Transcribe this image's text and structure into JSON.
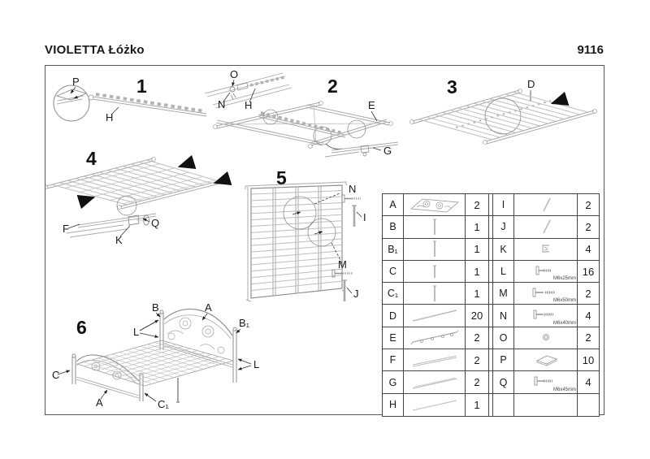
{
  "header": {
    "title": "VIOLETTA Łóżko",
    "code": "9116"
  },
  "colors": {
    "drawing": "#a9a9a9",
    "text": "#1a1a1a",
    "table_border": "#444444",
    "bold_arrow": "#111111"
  },
  "steps": {
    "s1": {
      "number": "1",
      "labels": {
        "p": "P",
        "h": "H"
      }
    },
    "s2": {
      "number": "2",
      "labels": {
        "o": "O",
        "n": "N",
        "h": "H",
        "e": "E",
        "g": "G"
      }
    },
    "s3": {
      "number": "3",
      "labels": {
        "d": "D"
      }
    },
    "s4": {
      "number": "4",
      "labels": {
        "f": "F",
        "k": "K",
        "q": "Q"
      }
    },
    "s5": {
      "number": "5",
      "labels": {
        "n": "N",
        "i": "I",
        "m": "M",
        "j": "J"
      }
    },
    "s6": {
      "number": "6",
      "labels": {
        "b": "B",
        "a1": "A",
        "b1": "B₁",
        "l1": "L",
        "l2": "L",
        "c": "C",
        "a2": "A",
        "c1": "C₁"
      }
    }
  },
  "parts_table": {
    "rows": [
      {
        "l_id": "A",
        "l_icon": "headboard-ornament",
        "l_qty": "2",
        "r_id": "I",
        "r_icon": "rod",
        "r_qty": "2",
        "r_size": ""
      },
      {
        "l_id": "B",
        "l_icon": "post",
        "l_qty": "1",
        "r_id": "J",
        "r_icon": "rod",
        "r_qty": "2",
        "r_size": ""
      },
      {
        "l_id": "B₁",
        "l_icon": "post",
        "l_qty": "1",
        "r_id": "K",
        "r_icon": "clip-bracket",
        "r_qty": "4",
        "r_size": ""
      },
      {
        "l_id": "C",
        "l_icon": "post",
        "l_qty": "1",
        "r_id": "L",
        "r_icon": "bolt",
        "r_qty": "16",
        "r_size": "M6x25mm"
      },
      {
        "l_id": "C₁",
        "l_icon": "post",
        "l_qty": "1",
        "r_id": "M",
        "r_icon": "bolt",
        "r_qty": "2",
        "r_size": "M6x50mm"
      },
      {
        "l_id": "D",
        "l_icon": "slat",
        "l_qty": "20",
        "r_id": "N",
        "r_icon": "bolt",
        "r_qty": "4",
        "r_size": "M6x40mm"
      },
      {
        "l_id": "E",
        "l_icon": "hook-bracket",
        "l_qty": "2",
        "r_id": "O",
        "r_icon": "nut",
        "r_qty": "2",
        "r_size": ""
      },
      {
        "l_id": "F",
        "l_icon": "rail",
        "l_qty": "2",
        "r_id": "P",
        "r_icon": "washer-plate",
        "r_qty": "10",
        "r_size": ""
      },
      {
        "l_id": "G",
        "l_icon": "rail",
        "l_qty": "2",
        "r_id": "Q",
        "r_icon": "bolt",
        "r_qty": "4",
        "r_size": "M6x45mm"
      },
      {
        "l_id": "H",
        "l_icon": "rail",
        "l_qty": "1",
        "r_id": "",
        "r_icon": "",
        "r_qty": "",
        "r_size": ""
      }
    ]
  }
}
